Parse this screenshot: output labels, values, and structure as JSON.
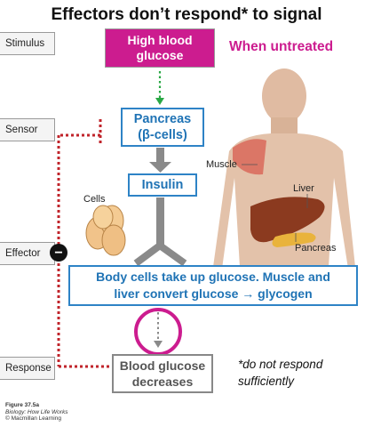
{
  "title": "Effectors don’t respond* to signal",
  "stages": {
    "stimulus": "Stimulus",
    "sensor": "Sensor",
    "effector": "Effector",
    "response": "Response"
  },
  "stimulus_box": {
    "line1": "High blood",
    "line2": "glucose"
  },
  "condition_label": "When untreated",
  "sensor_box": {
    "line1": "Pancreas",
    "line2": "(β-cells)"
  },
  "signal_box": "Insulin",
  "effector_box": {
    "line1": "Body cells take up glucose. Muscle and",
    "line2": "liver convert glucose → glycogen"
  },
  "response_box": {
    "line1": "Blood glucose",
    "line2": "decreases"
  },
  "footnote": {
    "line1": "*do not respond",
    "line2": "sufficiently"
  },
  "illustration_labels": {
    "cells": "Cells",
    "muscle": "Muscle",
    "liver": "Liver",
    "pancreas": "Pancreas"
  },
  "feedback_symbol": "−",
  "credit": {
    "line1": "Figure 37.5a",
    "line2": "Biology: How Life Works",
    "line3": "© Macmillan Learning"
  },
  "colors": {
    "magenta": "#cc1c8f",
    "blue": "#2e83c6",
    "feedback_red": "#c0242b",
    "gray_arrow": "#8a8a8a"
  }
}
